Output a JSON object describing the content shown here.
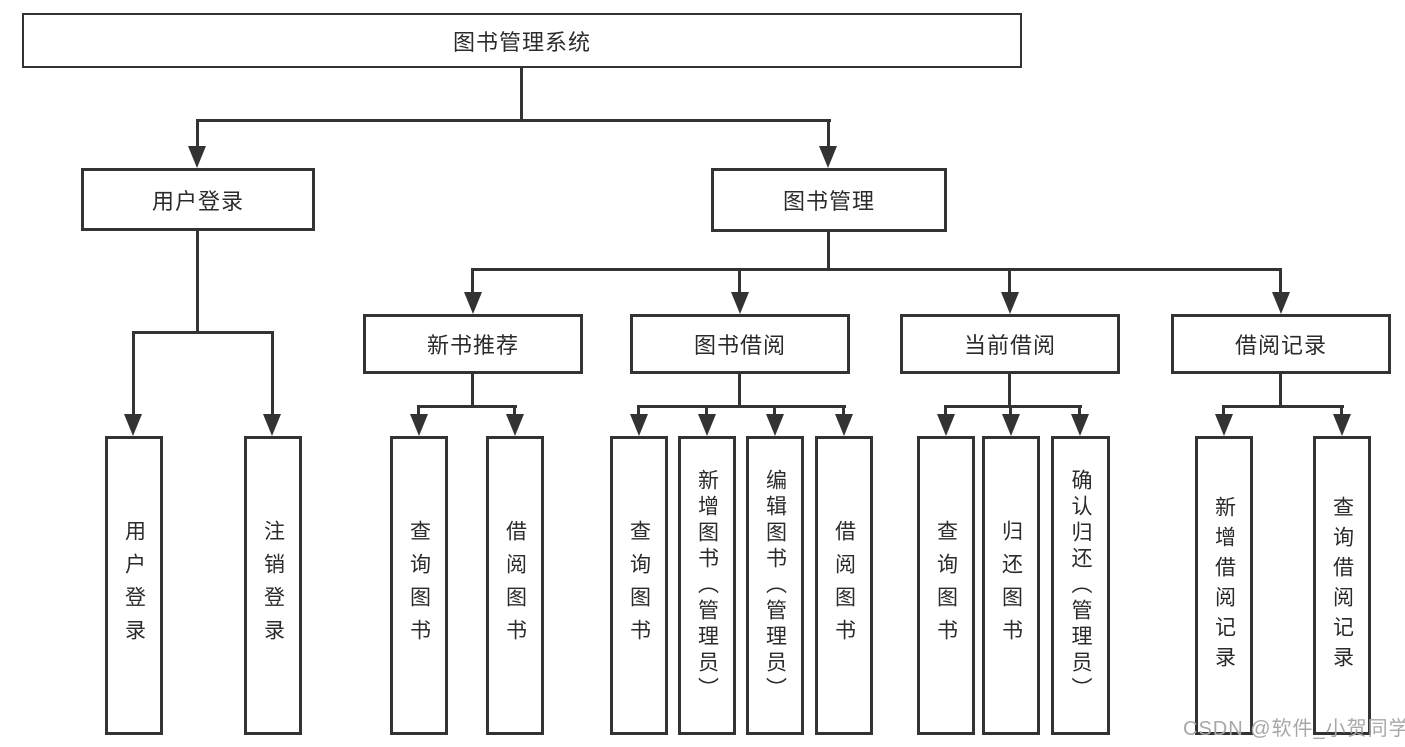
{
  "diagram": {
    "title": "图书管理系统",
    "branches": {
      "user_login": "用户登录",
      "book_management": "图书管理"
    },
    "modules": {
      "new_books": "新书推荐",
      "book_borrowing": "图书借阅",
      "current_borrowing": "当前借阅",
      "borrowing_records": "借阅记录"
    },
    "leaves": {
      "user_login": [
        "用户登录",
        "注销登录"
      ],
      "new_books": [
        "查询图书",
        "借阅图书"
      ],
      "book_borrowing": [
        "查询图书",
        "新增图书（管理员）",
        "编辑图书（管理员）",
        "借阅图书"
      ],
      "current_borrowing": [
        "查询图书",
        "归还图书",
        "确认归还（管理员）"
      ],
      "borrowing_records": [
        "新增借阅记录",
        "查询借阅记录"
      ]
    }
  },
  "watermark": "CSDN @软件_小贺同学",
  "colors": {
    "line": "#333333",
    "text": "#2b2b2b",
    "watermark_text": "#a8a8a8",
    "background": "#ffffff"
  }
}
